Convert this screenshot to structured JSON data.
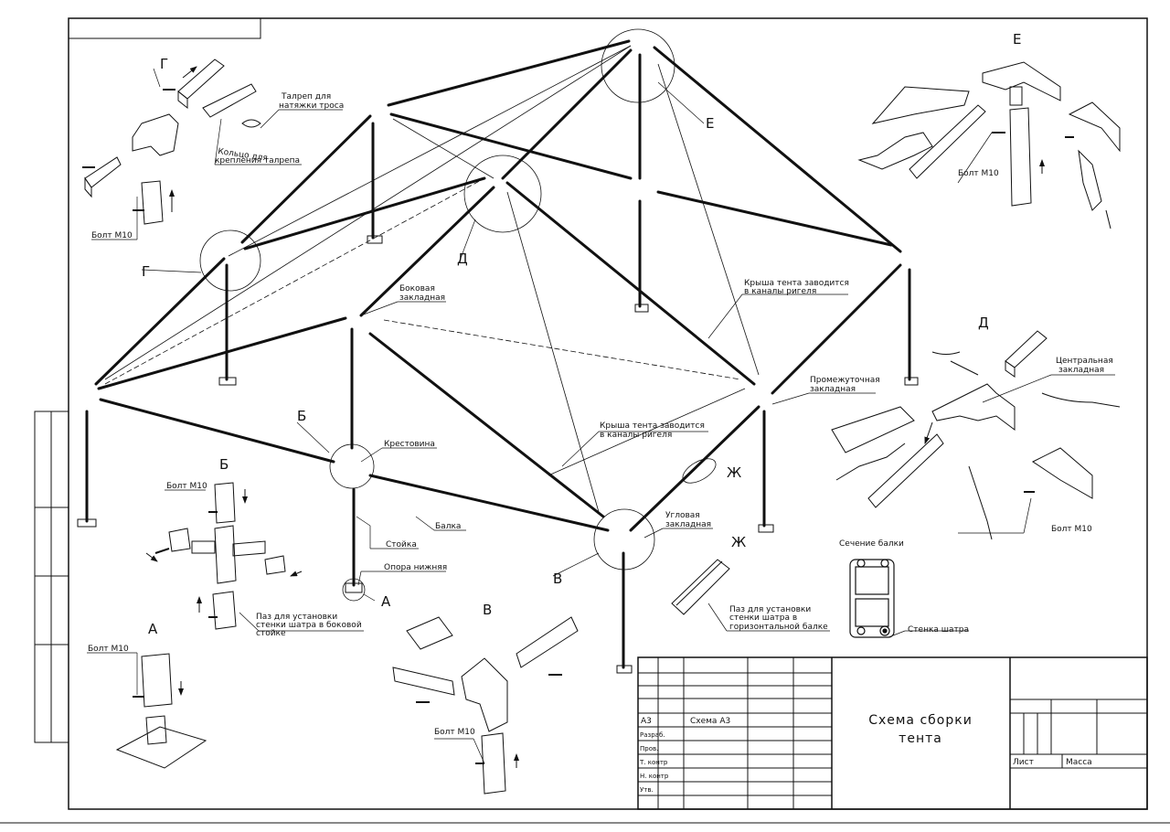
{
  "document": {
    "title_line1": "Схема сборки",
    "title_line2": "тента",
    "format": "А3",
    "scheme": "Схема А3",
    "sheet_label": "Лист",
    "mass_label": "Масса",
    "rows": [
      "Разраб.",
      "Пров.",
      "Т. контр",
      "Н. контр",
      "Утв."
    ]
  },
  "views": {
    "A": "А",
    "B": "Б",
    "V": "В",
    "G": "Г",
    "D": "Д",
    "E": "Е",
    "Zh": "Ж"
  },
  "labels": {
    "talrep": [
      "Талреп для",
      "натяжки троса"
    ],
    "ring": [
      "Кольцо для",
      "крепления талрепа"
    ],
    "bolt": "Болт М10",
    "side_insert": [
      "Боковая",
      "закладная"
    ],
    "roof1": [
      "Крыша тента заводится",
      "в каналы ригеля"
    ],
    "roof2": [
      "Крыша тента заводится",
      "в каналы ригеля"
    ],
    "intermediate": [
      "Промежуточная",
      "закладная"
    ],
    "central": [
      "Центральная",
      "закладная"
    ],
    "cross": "Крестовина",
    "post": "Стойка",
    "beam": "Балка",
    "support": "Опора нижняя",
    "corner": [
      "Угловая",
      "закладная"
    ],
    "slot_side": [
      "Паз для установки",
      "стенки шатра в боковой",
      "стойке"
    ],
    "slot_horiz": [
      "Паз для установки",
      "стенки шатра в",
      "горизонтальной балке"
    ],
    "section": "Сечение балки",
    "wall": "Стенка шатра"
  }
}
